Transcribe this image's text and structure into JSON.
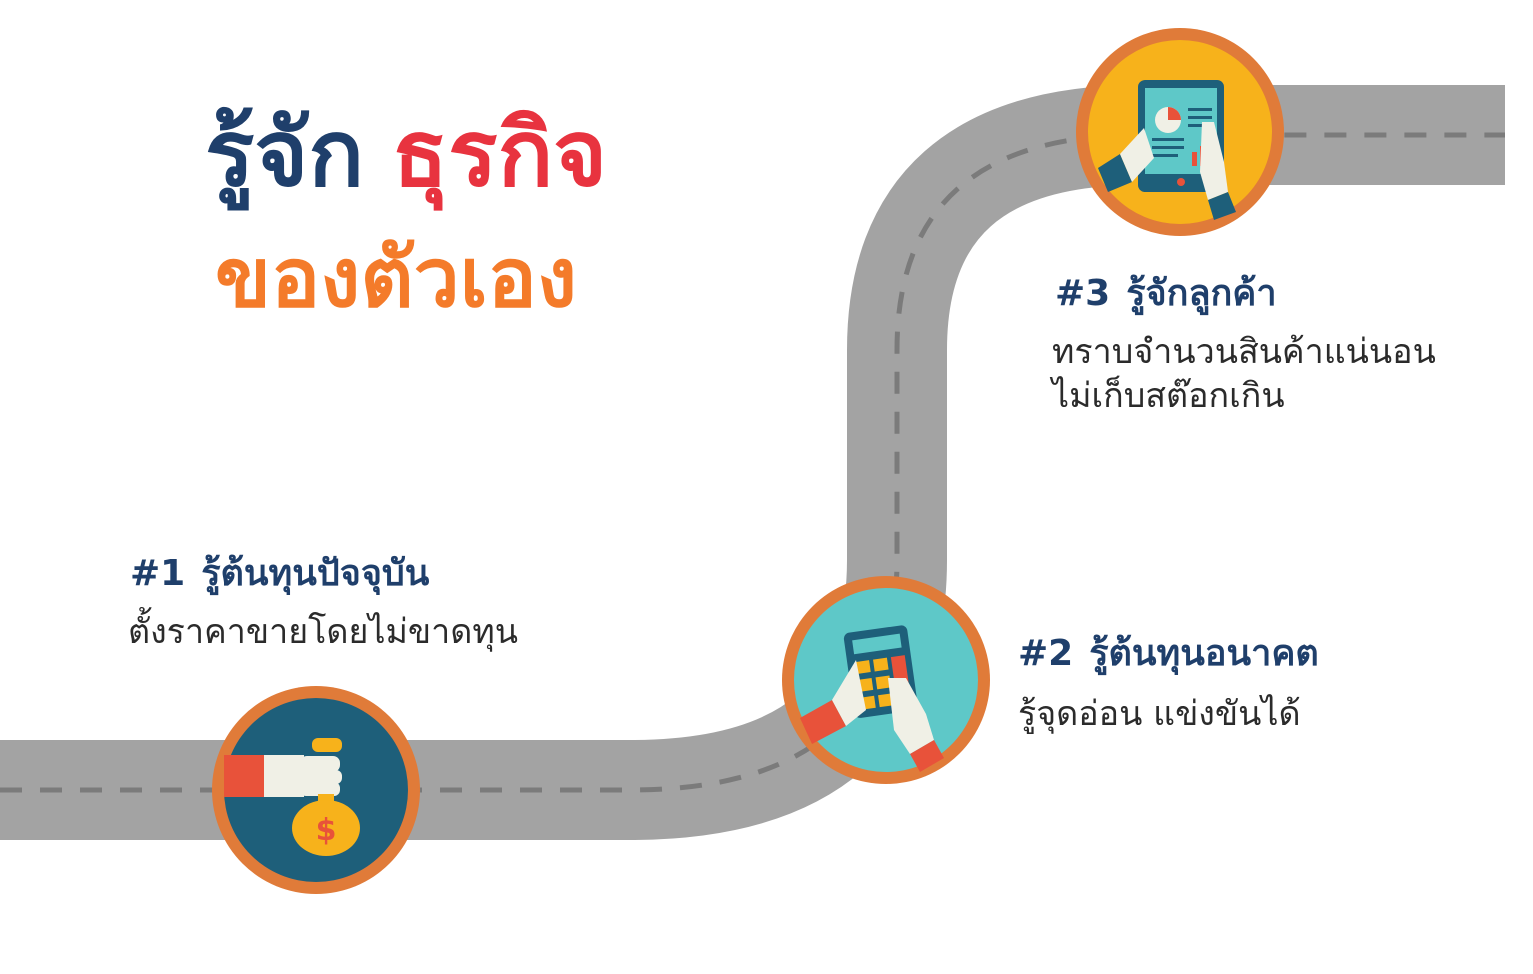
{
  "title": {
    "word1": "รู้จัก",
    "word2": "ธุรกิจ",
    "line2": "ของตัวเอง"
  },
  "steps": [
    {
      "number": "#1",
      "heading": "รู้ต้นทุนปัจจุบัน",
      "lines": [
        "ตั้งราคาขายโดยไม่ขาดทุน"
      ],
      "icon": "money-bag-icon"
    },
    {
      "number": "#2",
      "heading": "รู้ต้นทุนอนาคต",
      "lines": [
        "รู้จุดอ่อน แข่งขันได้"
      ],
      "icon": "calculator-icon"
    },
    {
      "number": "#3",
      "heading": "รู้จักลูกค้า",
      "lines": [
        "ทราบจำนวนสินค้าแน่นอน",
        "ไม่เก็บสต๊อกเกิน"
      ],
      "icon": "tablet-chart-icon"
    }
  ],
  "colors": {
    "title_blue": "#1f3f6b",
    "title_red": "#e8333f",
    "title_orange": "#f47b2a",
    "road": "#a3a3a3",
    "road_dash": "#7b7b7b",
    "badge_ring": "#e07b39",
    "badge1_fill": "#1e5f7a",
    "badge2_fill": "#5ec8c8",
    "badge3_fill": "#f7b21b"
  }
}
